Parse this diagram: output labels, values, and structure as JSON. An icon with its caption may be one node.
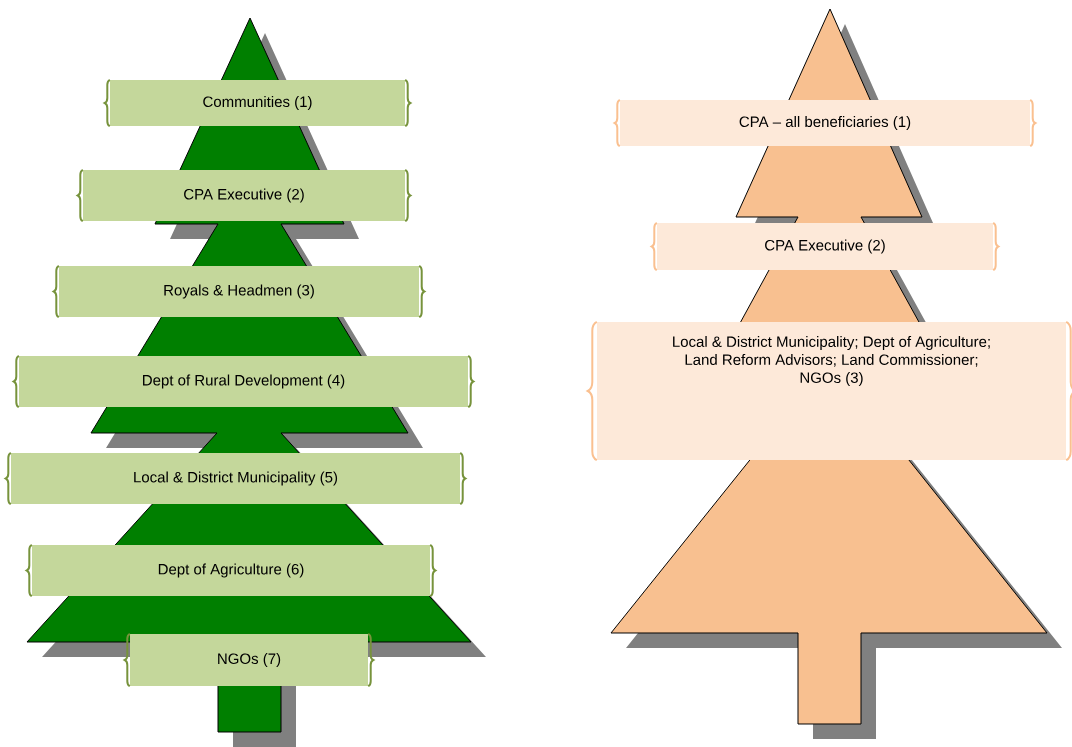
{
  "diagram": {
    "nodes": [
      {
        "text": [
          "Communities (1)"
        ]
      },
      {
        "text": [
          "CPA Executive (2)"
        ]
      },
      {
        "text": [
          "Royals & Headmen (3)"
        ]
      },
      {
        "text": [
          "Dept of Rural Development (4)"
        ]
      },
      {
        "text": [
          "Local & District Municipality (5)"
        ]
      },
      {
        "text": [
          "Dept of Agriculture (6)"
        ]
      },
      {
        "text": [
          "NGOs (7)"
        ]
      },
      {
        "text": [
          "CPA – all beneficiaries (1)"
        ]
      },
      {
        "text": [
          "CPA Executive (2)"
        ]
      },
      {
        "text": [
          "Local & District Municipality; Dept of Agriculture; Land Reform Advisors; Land Commissioner; NGOs (3)"
        ]
      }
    ]
  }
}
